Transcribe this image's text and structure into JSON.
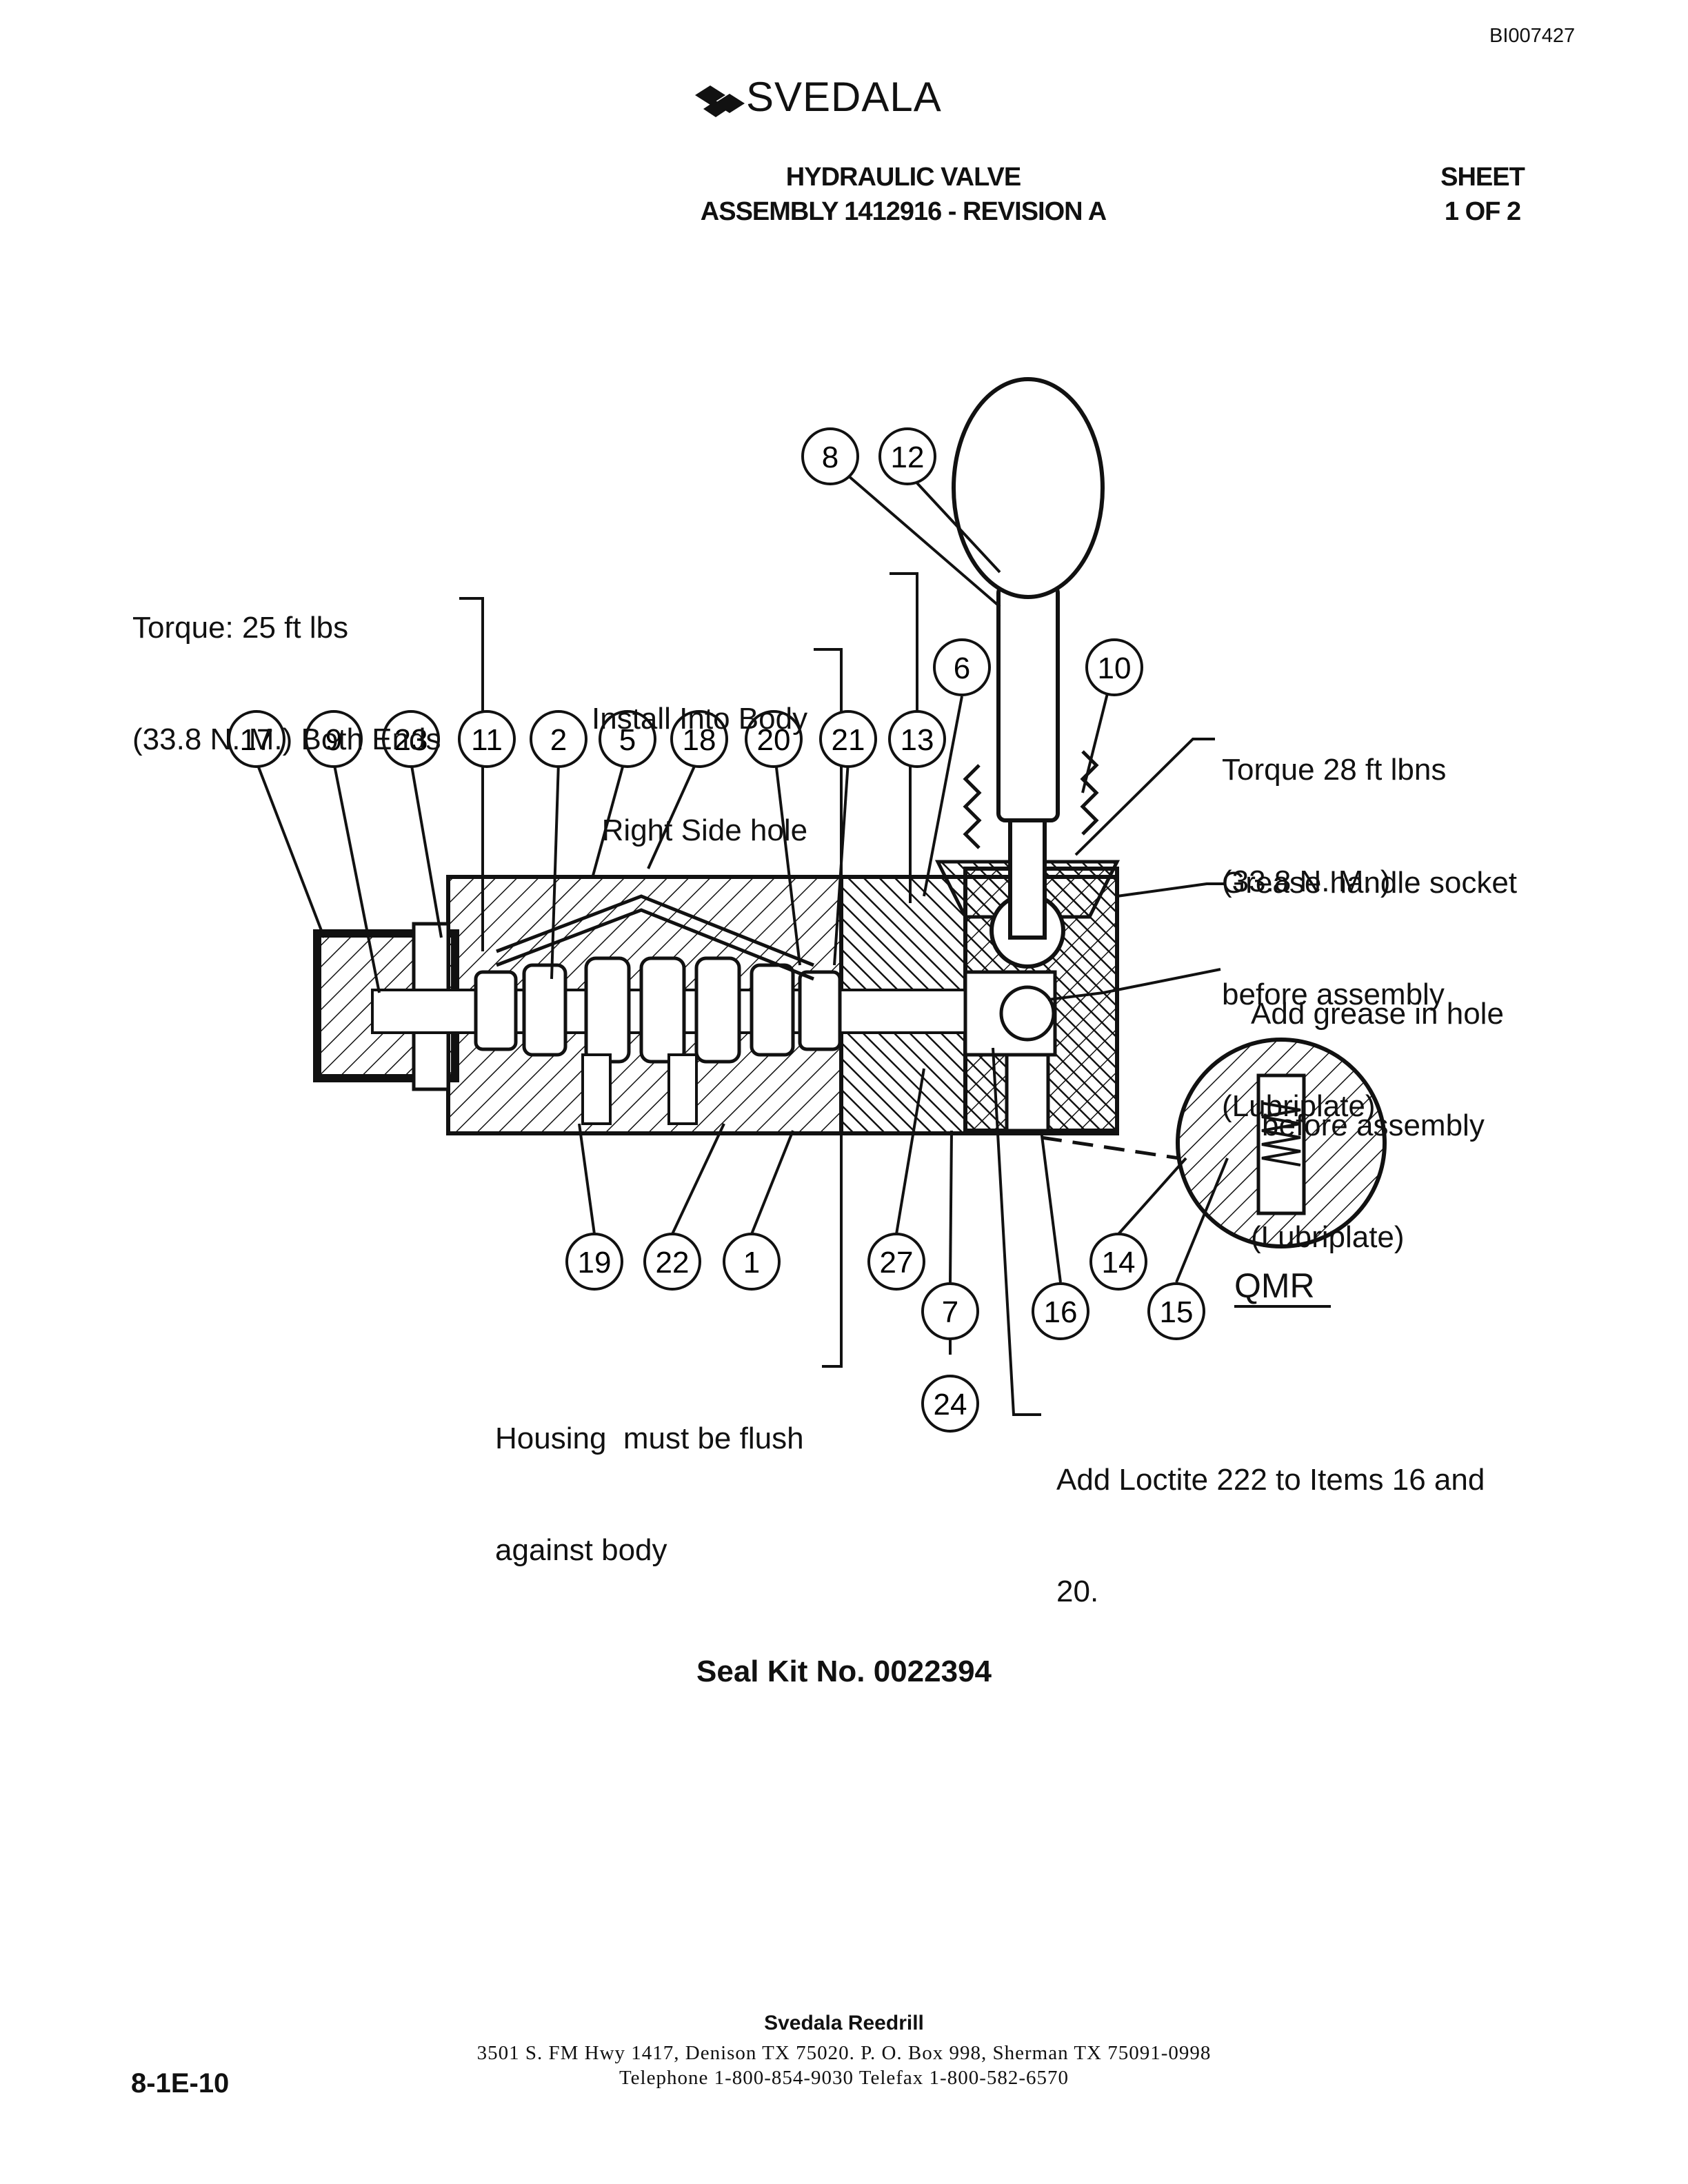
{
  "doc_id": "BI007427",
  "brand": {
    "name": "SVEDALA"
  },
  "title": {
    "line1": "HYDRAULIC VALVE",
    "line2": "ASSEMBLY 1412916 - REVISION A"
  },
  "sheet": {
    "line1": "SHEET",
    "line2": "1 OF 2"
  },
  "notes": {
    "torque_left_1": "Torque: 25 ft lbs",
    "torque_left_2": "(33.8 N. M.) Both Ends",
    "install_1": "Install Into Body",
    "install_2": "Right Side hole",
    "torque_right_1": "Torque 28 ft lbns",
    "torque_right_2": "(33.8 N. M. )",
    "grease_socket_1": "Grease handle socket",
    "grease_socket_2": "before assembly",
    "grease_socket_3": "(Lubriplate)",
    "grease_hole_1": "Add grease in hole",
    "grease_hole_2": "before assembly",
    "grease_hole_3": "(Lubriplate)",
    "housing_1": "Housing  must be flush",
    "housing_2": "against body",
    "loctite_1": "Add Loctite 222 to Items 16 and",
    "loctite_2": "20.",
    "detail": "QMR"
  },
  "items": {
    "top_row": [
      "17",
      "9",
      "23",
      "11",
      "2",
      "5",
      "18",
      "20",
      "21",
      "13"
    ],
    "handle": [
      "8",
      "12"
    ],
    "item_6": "6",
    "item_10": "10",
    "bottom_row": [
      "19",
      "22",
      "1",
      "27",
      "7",
      "24",
      "16",
      "14",
      "15"
    ]
  },
  "seal_kit": "Seal Kit No.  0022394",
  "footer": {
    "company": "Svedala Reedrill",
    "address": "3501 S. FM Hwy 1417, Denison TX  75020.    P. O. Box 998, Sherman TX  75091-0998",
    "telephone": "Telephone 1-800-854-9030 Telefax 1-800-582-6570"
  },
  "page_number": "8-1E-10"
}
